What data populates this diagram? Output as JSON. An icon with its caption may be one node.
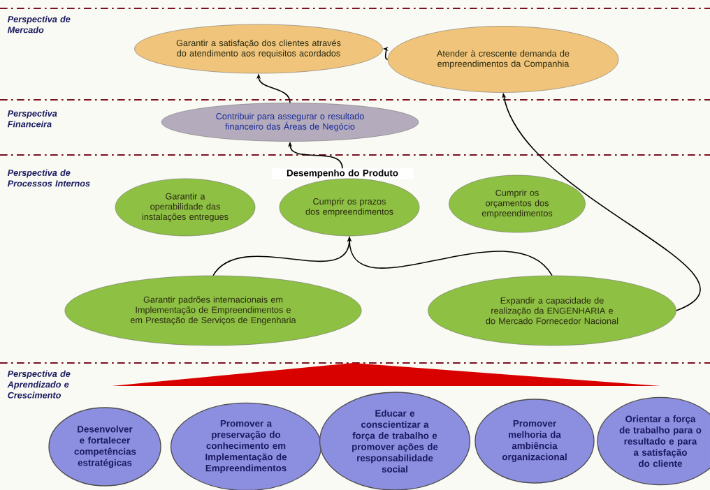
{
  "diagram": {
    "nodes": [
      {
        "text": [
          "Garantir a satisfação dos clientes através do atendimento aos requisitos acordados"
        ]
      },
      {
        "text": [
          "Atender à crescente demanda de empreendimentos da Companhia"
        ]
      },
      {
        "text": [
          "Contribuir para assegurar o resultado financeiro das Áreas de Negócio"
        ]
      },
      {
        "text": [
          "Desempenho do Produto"
        ]
      },
      {
        "text": [
          "Garantir a operabilidade das instalações entregues"
        ]
      },
      {
        "text": [
          "Cumprir os prazos dos empreendimentos"
        ]
      },
      {
        "text": [
          "Cumprir os orçamentos dos empreendimentos"
        ]
      },
      {
        "text": [
          "Garantir padrões internacionais em Implementação de Empreendimentos e em Prestação de Serviços de Engenharia"
        ]
      },
      {
        "text": [
          "Expandir a capacidade de realização da ENGENHARIA e do Mercado Fornecedor Nacional"
        ]
      },
      {
        "text": [
          "Desenvolver e fortalecer competências estratégicas"
        ]
      },
      {
        "text": [
          "Promover a preservação do conhecimento em Implementação de Empreendimentos"
        ]
      },
      {
        "text": [
          "Educar e conscientizar a força de trabalho e promover ações de responsabilidade social"
        ]
      },
      {
        "text": [
          "Promover melhoria da ambiência organizacional"
        ]
      },
      {
        "text": [
          "Orientar a força de trabalho para o resultado e para a satisfação do cliente"
        ]
      }
    ],
    "edges": [
      {
        "from": 1,
        "to": 0,
        "arrow": "to"
      },
      {
        "from": 2,
        "to": 0,
        "arrow": "to"
      },
      {
        "from": 3,
        "to": 2,
        "arrow": "to"
      },
      {
        "from": 7,
        "to": 5,
        "arrow": "to"
      },
      {
        "from": 8,
        "to": 5,
        "arrow": "to"
      },
      {
        "from": 8,
        "to": 1,
        "arrow": "to"
      }
    ],
    "labels": [
      "Perspectiva de Mercado",
      "Perspectiva Financeira",
      "Perspectiva de Processos Internos",
      "Perspectiva de Aprendizado e Crescimento"
    ]
  }
}
